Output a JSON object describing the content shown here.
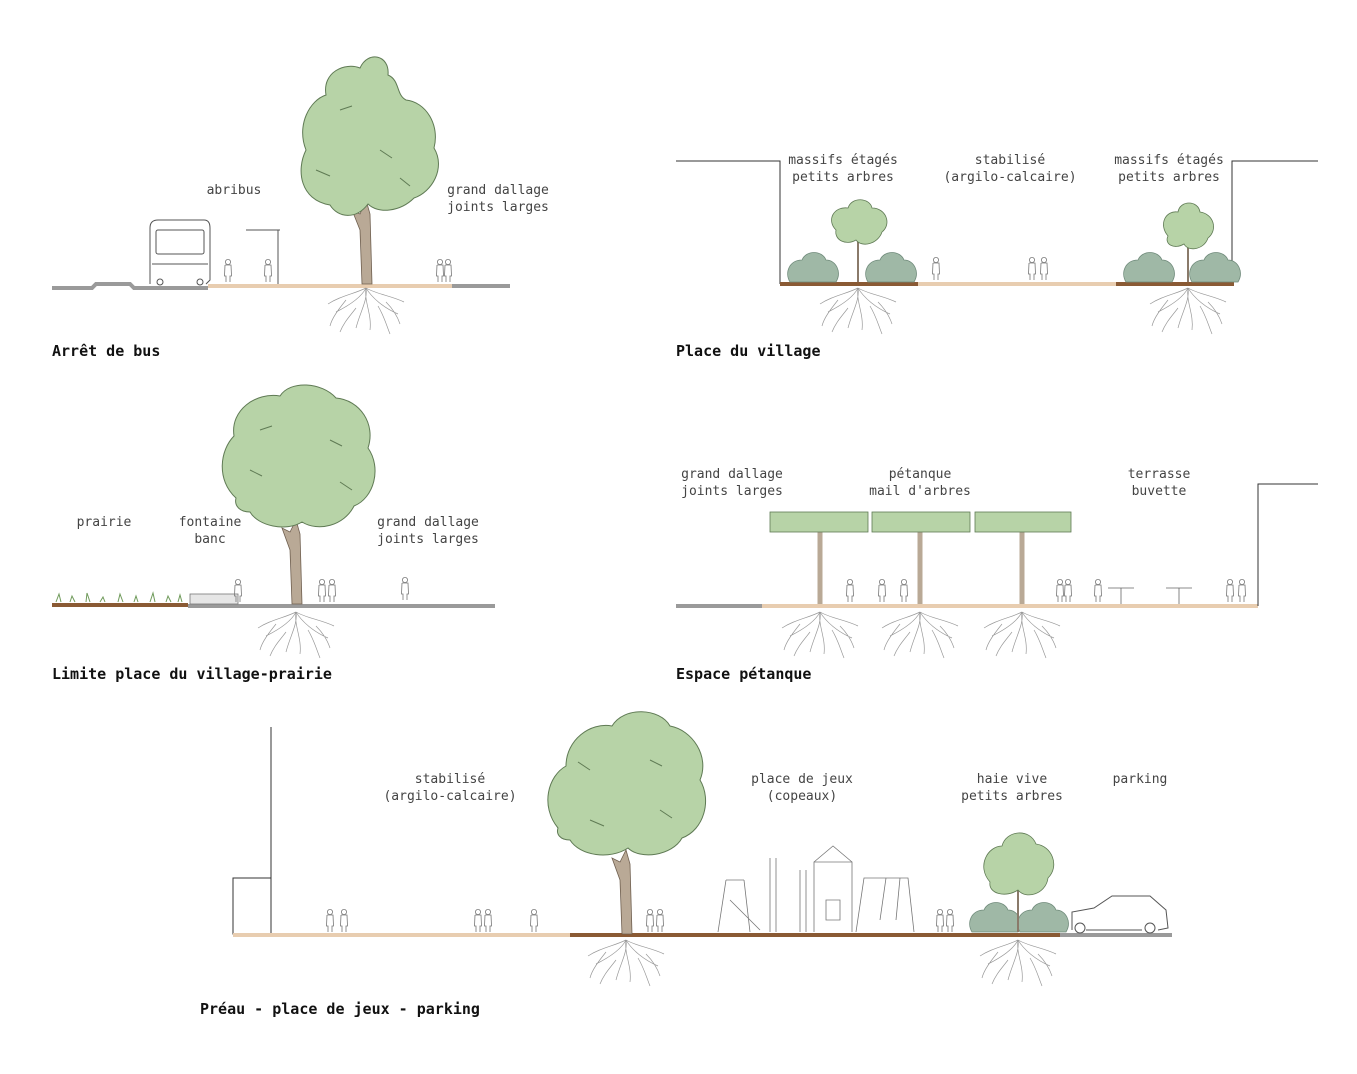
{
  "sections": {
    "bus": {
      "title": "Arrêt de bus",
      "labels": {
        "abribus": "abribus",
        "dallage_1": "grand dallage",
        "dallage_2": "joints larges"
      }
    },
    "village": {
      "title": "Place du village",
      "labels": {
        "massifs_left_1": "massifs étagés",
        "massifs_left_2": "petits arbres",
        "stabilise_1": "stabilisé",
        "stabilise_2": "(argilo-calcaire)",
        "massifs_right_1": "massifs étagés",
        "massifs_right_2": "petits arbres"
      }
    },
    "limite": {
      "title": "Limite place du village-prairie",
      "labels": {
        "prairie": "prairie",
        "fontaine_1": "fontaine",
        "fontaine_2": "banc",
        "dallage_1": "grand dallage",
        "dallage_2": "joints larges"
      }
    },
    "petanque": {
      "title": "Espace pétanque",
      "labels": {
        "dallage_1": "grand dallage",
        "dallage_2": "joints larges",
        "petanque_1": "pétanque",
        "petanque_2": "mail d'arbres",
        "terrasse_1": "terrasse",
        "terrasse_2": "buvette"
      }
    },
    "preau": {
      "title": "Préau - place de jeux - parking",
      "labels": {
        "stabilise_1": "stabilisé",
        "stabilise_2": "(argilo-calcaire)",
        "jeux_1": "place de jeux",
        "jeux_2": "(copeaux)",
        "haie_1": "haie vive",
        "haie_2": "petits arbres",
        "parking": "parking"
      }
    }
  },
  "colors": {
    "paving": "#e8cdb0",
    "soil": "#8a5a34",
    "road": "#9a9a9a",
    "foliage": "#b7d3a7",
    "foliage_edge": "#6f8a62",
    "shrub": "#9fb8a6",
    "trunk": "#b9a996",
    "line": "#333333"
  }
}
